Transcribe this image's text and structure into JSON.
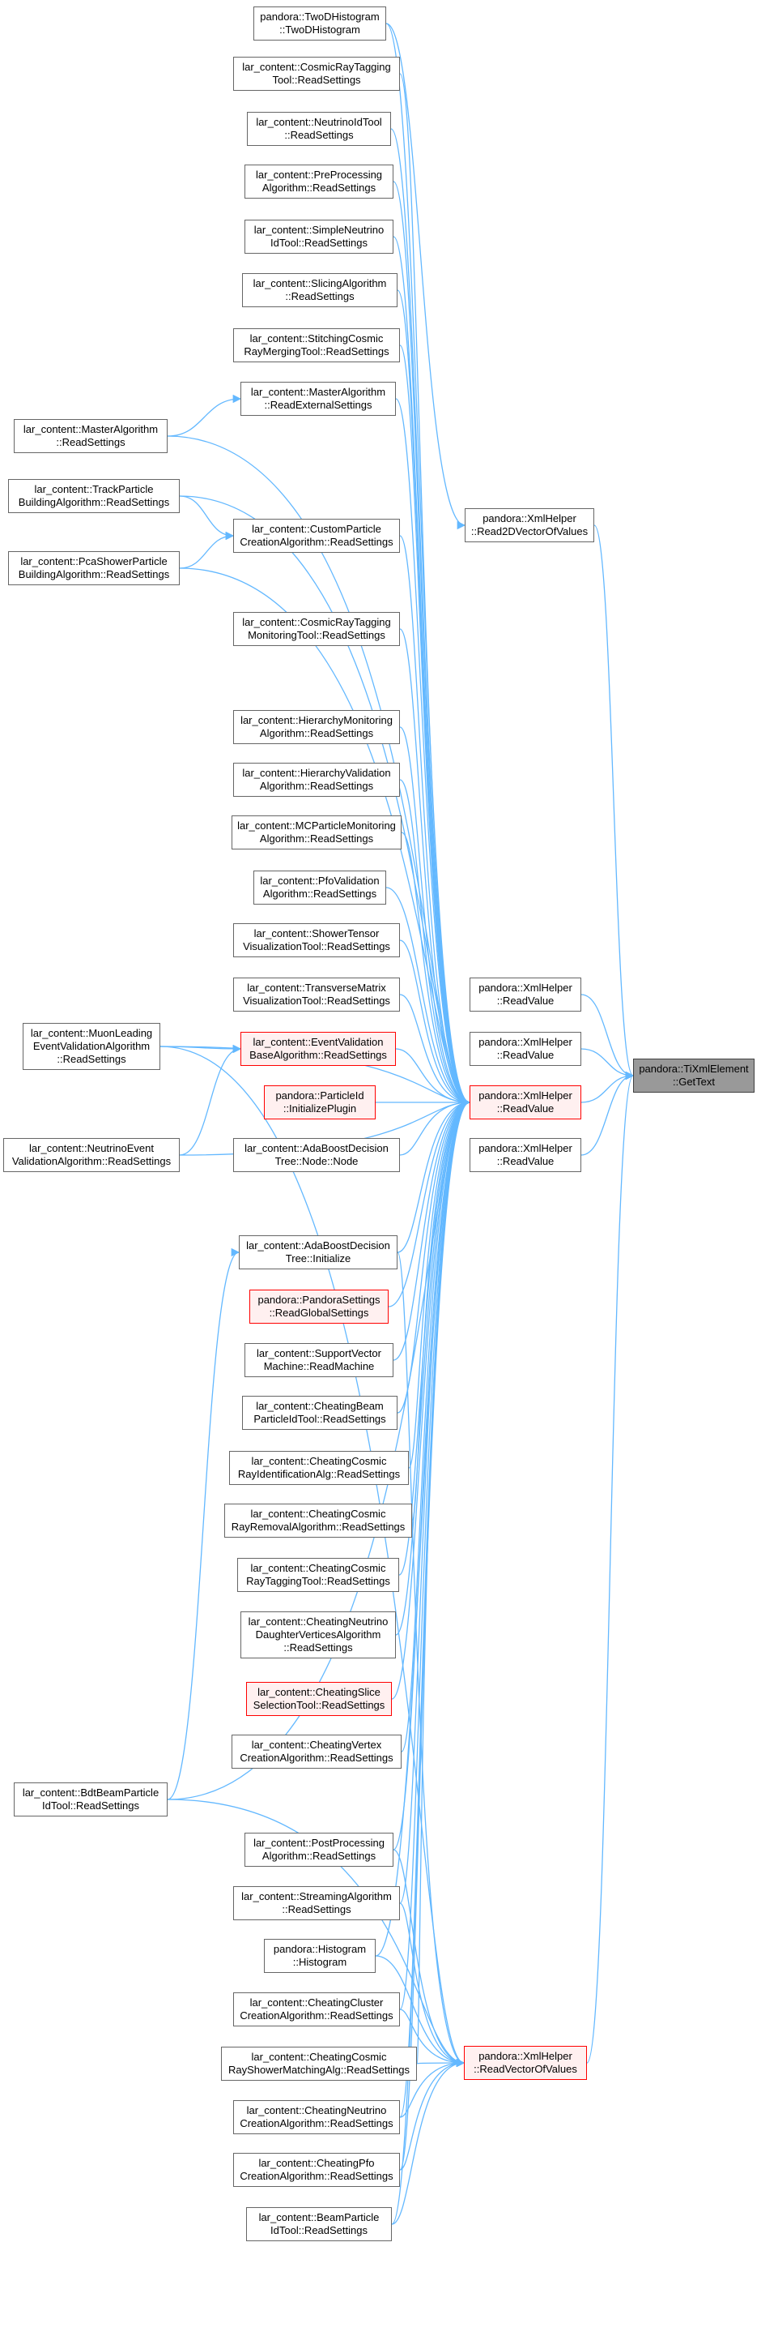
{
  "colors": {
    "edge": "#63b8ff",
    "node_border": "#666666",
    "red_border": "#ff0000",
    "red_fill": "#fff0f0",
    "root_fill": "#999999"
  },
  "nodes": {
    "twodhist": {
      "lines": [
        "pandora::TwoDHistogram",
        "::TwoDHistogram"
      ]
    },
    "cosmictag": {
      "lines": [
        "lar_content::CosmicRayTagging",
        "Tool::ReadSettings"
      ]
    },
    "neutrinoid": {
      "lines": [
        "lar_content::NeutrinoIdTool",
        "::ReadSettings"
      ]
    },
    "preproc": {
      "lines": [
        "lar_content::PreProcessing",
        "Algorithm::ReadSettings"
      ]
    },
    "simpleneut": {
      "lines": [
        "lar_content::SimpleNeutrino",
        "IdTool::ReadSettings"
      ]
    },
    "slicing": {
      "lines": [
        "lar_content::SlicingAlgorithm",
        "::ReadSettings"
      ]
    },
    "stitching": {
      "lines": [
        "lar_content::StitchingCosmic",
        "RayMergingTool::ReadSettings"
      ]
    },
    "masterext": {
      "lines": [
        "lar_content::MasterAlgorithm",
        "::ReadExternalSettings"
      ]
    },
    "master": {
      "lines": [
        "lar_content::MasterAlgorithm",
        "::ReadSettings"
      ]
    },
    "trackbuild": {
      "lines": [
        "lar_content::TrackParticle",
        "BuildingAlgorithm::ReadSettings"
      ]
    },
    "custompart": {
      "lines": [
        "lar_content::CustomParticle",
        "CreationAlgorithm::ReadSettings"
      ]
    },
    "pcashower": {
      "lines": [
        "lar_content::PcaShowerParticle",
        "BuildingAlgorithm::ReadSettings"
      ]
    },
    "cosmicmon": {
      "lines": [
        "lar_content::CosmicRayTagging",
        "MonitoringTool::ReadSettings"
      ]
    },
    "hiermon": {
      "lines": [
        "lar_content::HierarchyMonitoring",
        "Algorithm::ReadSettings"
      ]
    },
    "hierval": {
      "lines": [
        "lar_content::HierarchyValidation",
        "Algorithm::ReadSettings"
      ]
    },
    "mcpart": {
      "lines": [
        "lar_content::MCParticleMonitoring",
        "Algorithm::ReadSettings"
      ]
    },
    "pfoval": {
      "lines": [
        "lar_content::PfoValidation",
        "Algorithm::ReadSettings"
      ]
    },
    "showertensor": {
      "lines": [
        "lar_content::ShowerTensor",
        "VisualizationTool::ReadSettings"
      ]
    },
    "transmatrix": {
      "lines": [
        "lar_content::TransverseMatrix",
        "VisualizationTool::ReadSettings"
      ]
    },
    "muonlead": {
      "lines": [
        "lar_content::MuonLeading",
        "EventValidationAlgorithm",
        "::ReadSettings"
      ]
    },
    "eventval": {
      "lines": [
        "lar_content::EventValidation",
        "BaseAlgorithm::ReadSettings"
      ]
    },
    "particleid": {
      "lines": [
        "pandora::ParticleId",
        "::InitializePlugin"
      ]
    },
    "neutrinoevent": {
      "lines": [
        "lar_content::NeutrinoEvent",
        "ValidationAlgorithm::ReadSettings"
      ]
    },
    "adanode": {
      "lines": [
        "lar_content::AdaBoostDecision",
        "Tree::Node::Node"
      ]
    },
    "adainit": {
      "lines": [
        "lar_content::AdaBoostDecision",
        "Tree::Initialize"
      ]
    },
    "pandorasettings": {
      "lines": [
        "pandora::PandoraSettings",
        "::ReadGlobalSettings"
      ]
    },
    "svm": {
      "lines": [
        "lar_content::SupportVector",
        "Machine::ReadMachine"
      ]
    },
    "cheatbeam": {
      "lines": [
        "lar_content::CheatingBeam",
        "ParticleIdTool::ReadSettings"
      ]
    },
    "cheatcosmicid": {
      "lines": [
        "lar_content::CheatingCosmic",
        "RayIdentificationAlg::ReadSettings"
      ]
    },
    "cheatcosmicrem": {
      "lines": [
        "lar_content::CheatingCosmic",
        "RayRemovalAlgorithm::ReadSettings"
      ]
    },
    "cheatcosmictag": {
      "lines": [
        "lar_content::CheatingCosmic",
        "RayTaggingTool::ReadSettings"
      ]
    },
    "cheatneutdaughter": {
      "lines": [
        "lar_content::CheatingNeutrino",
        "DaughterVerticesAlgorithm",
        "::ReadSettings"
      ]
    },
    "cheatslice": {
      "lines": [
        "lar_content::CheatingSlice",
        "SelectionTool::ReadSettings"
      ]
    },
    "cheatvertex": {
      "lines": [
        "lar_content::CheatingVertex",
        "CreationAlgorithm::ReadSettings"
      ]
    },
    "bdtbeam": {
      "lines": [
        "lar_content::BdtBeamParticle",
        "IdTool::ReadSettings"
      ]
    },
    "postproc": {
      "lines": [
        "lar_content::PostProcessing",
        "Algorithm::ReadSettings"
      ]
    },
    "streaming": {
      "lines": [
        "lar_content::StreamingAlgorithm",
        "::ReadSettings"
      ]
    },
    "histogram": {
      "lines": [
        "pandora::Histogram",
        "::Histogram"
      ]
    },
    "cheatcluster": {
      "lines": [
        "lar_content::CheatingCluster",
        "CreationAlgorithm::ReadSettings"
      ]
    },
    "cheatcosmicshower": {
      "lines": [
        "lar_content::CheatingCosmic",
        "RayShowerMatchingAlg::ReadSettings"
      ]
    },
    "cheatneutcreate": {
      "lines": [
        "lar_content::CheatingNeutrino",
        "CreationAlgorithm::ReadSettings"
      ]
    },
    "cheatpfo": {
      "lines": [
        "lar_content::CheatingPfo",
        "CreationAlgorithm::ReadSettings"
      ]
    },
    "beamparticle": {
      "lines": [
        "lar_content::BeamParticle",
        "IdTool::ReadSettings"
      ]
    },
    "read2d": {
      "lines": [
        "pandora::XmlHelper",
        "::Read2DVectorOfValues"
      ]
    },
    "rv1": {
      "lines": [
        "pandora::XmlHelper",
        "::ReadValue"
      ]
    },
    "rv2": {
      "lines": [
        "pandora::XmlHelper",
        "::ReadValue"
      ]
    },
    "readvalue": {
      "lines": [
        "pandora::XmlHelper",
        "::ReadValue"
      ]
    },
    "rv4": {
      "lines": [
        "pandora::XmlHelper",
        "::ReadValue"
      ]
    },
    "readvector": {
      "lines": [
        "pandora::XmlHelper",
        "::ReadVectorOfValues"
      ]
    },
    "gettext": {
      "lines": [
        "pandora::TiXmlElement",
        "::GetText"
      ]
    }
  }
}
